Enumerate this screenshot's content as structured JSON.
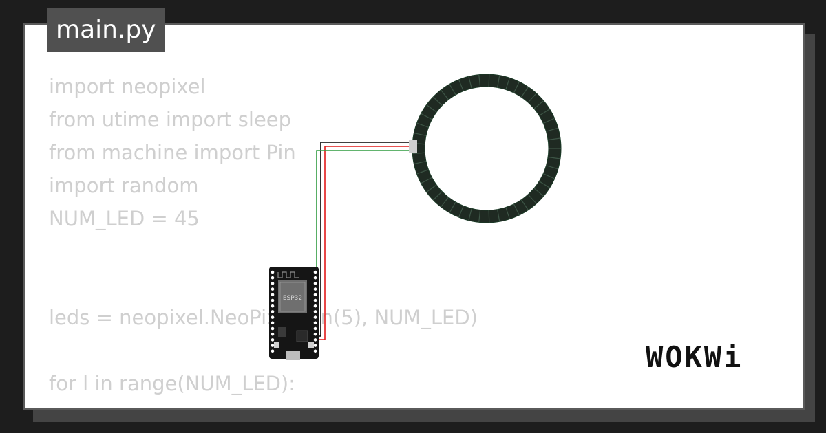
{
  "file_tab": {
    "label": "main.py"
  },
  "code_lines": [
    "import neopixel",
    "from utime import sleep",
    "from machine import Pin",
    "import random",
    "NUM_LED = 45",
    "",
    "",
    "leds = neopixel.NeoPixel(Pin(5), NUM_LED)",
    "",
    "for l in range(NUM_LED):"
  ],
  "board": {
    "chip_label": "ESP32"
  },
  "logo": {
    "text": "WOKWi"
  },
  "colors": {
    "background": "#1d1d1d",
    "card": "#ffffff",
    "card_border": "#5a5a5a",
    "tab": "#505050",
    "code_text": "#cfcfcf",
    "ring": "#1f2a22",
    "wire_black": "#000000",
    "wire_red": "#e11a1a",
    "wire_green": "#2f9b3f",
    "board": "#151515",
    "chip": "#6f6f6f"
  }
}
